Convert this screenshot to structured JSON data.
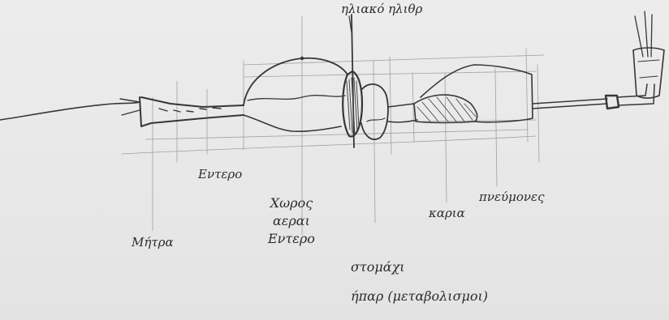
{
  "labels": {
    "sun_vision": "ηλιακό ηλιθρ",
    "intestine": "Εντερο",
    "uterus": "Μήτρα",
    "space_air_intestine": [
      "Χωρος",
      "αεραι",
      "Εντερο"
    ],
    "stomach": "στομάχι",
    "liver_metabolism": "ήπαρ (μεταβολισμοι)",
    "heart": "καρια",
    "lungs": "πνεύμονες"
  },
  "colors": {
    "paper": "#e8e8e8",
    "pencil": "#333333"
  }
}
